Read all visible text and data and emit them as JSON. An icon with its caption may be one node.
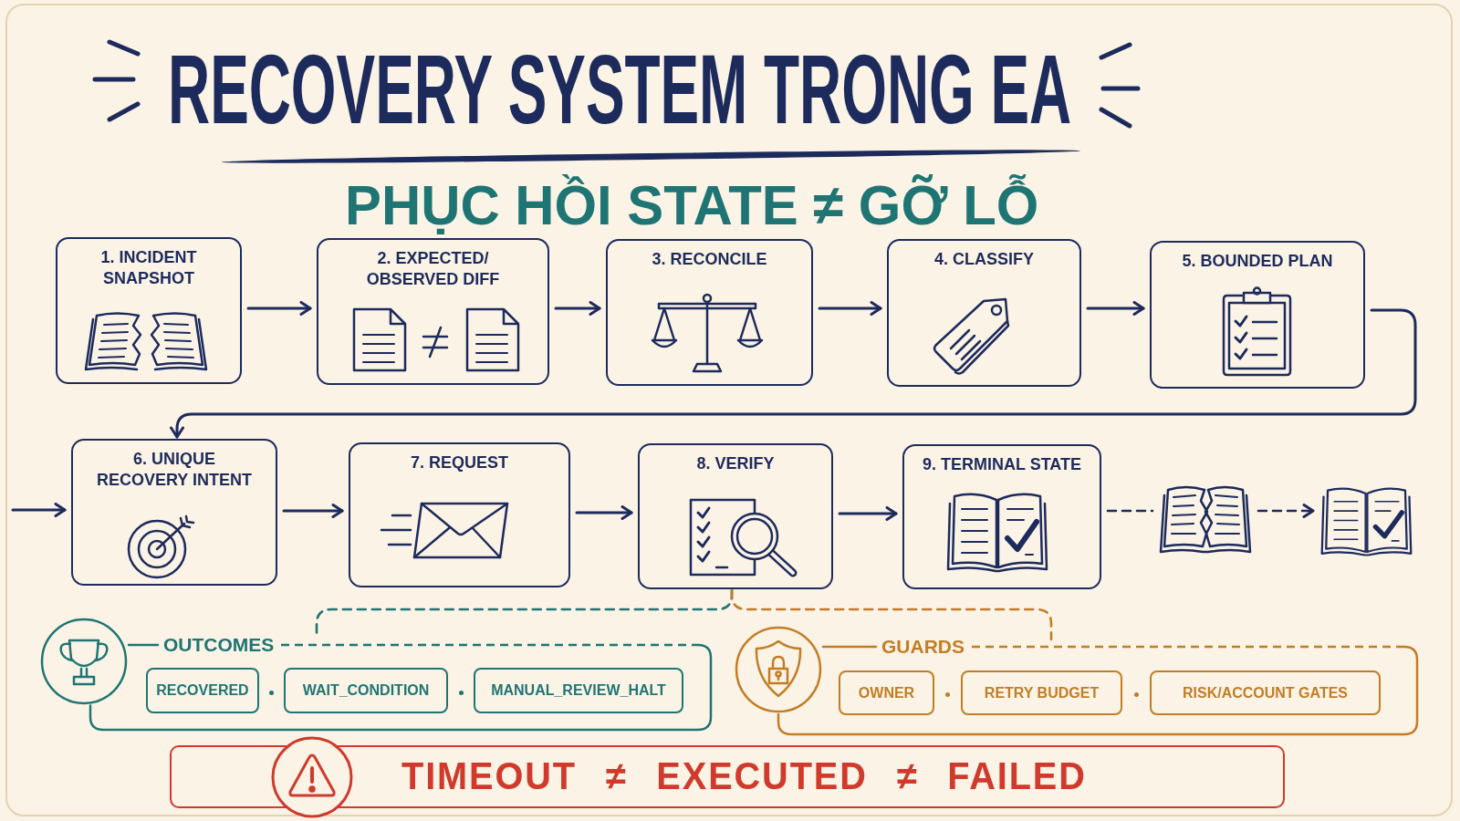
{
  "diagram": {
    "title": "RECOVERY SYSTEM TRONG EA",
    "nodes": [
      {
        "text": [
          "1. INCIDENT SNAPSHOT"
        ]
      },
      {
        "text": [
          "2. EXPECTED/ OBSERVED DIFF"
        ]
      },
      {
        "text": [
          "3. RECONCILE"
        ]
      },
      {
        "text": [
          "4. CLASSIFY"
        ]
      },
      {
        "text": [
          "5. BOUNDED PLAN"
        ]
      },
      {
        "text": [
          "6. UNIQUE RECOVERY INTENT"
        ]
      },
      {
        "text": [
          "7. REQUEST"
        ]
      },
      {
        "text": [
          "8. VERIFY"
        ]
      },
      {
        "text": [
          "9. TERMINAL STATE"
        ]
      },
      {
        "text": [],
        "shape": "picture"
      },
      {
        "text": [],
        "shape": "picture"
      },
      {
        "text": [
          "OUTCOMES"
        ]
      },
      {
        "text": [
          "RECOVERED"
        ],
        "in": 11
      },
      {
        "text": [
          "WAIT_CONDITION"
        ],
        "in": 11
      },
      {
        "text": [
          "MANUAL_REVIEW_HALT"
        ],
        "in": 11
      },
      {
        "text": [
          "GUARDS"
        ]
      },
      {
        "text": [
          "OWNER"
        ],
        "in": 15
      },
      {
        "text": [
          "RETRY BUDGET"
        ],
        "in": 15
      },
      {
        "text": [
          "RISK/ACCOUNT GATES"
        ],
        "in": 15
      },
      {
        "text": [
          "TIMEOUT ≠ EXECUTED ≠ FAILED"
        ]
      }
    ],
    "edges": [
      {
        "from": 0,
        "to": 1,
        "arrow": "to"
      },
      {
        "from": 1,
        "to": 2,
        "arrow": "to"
      },
      {
        "from": 2,
        "to": 3,
        "arrow": "to"
      },
      {
        "from": 3,
        "to": 4,
        "arrow": "to"
      },
      {
        "from": 4,
        "to": 5,
        "arrow": "to"
      },
      {
        "from": null,
        "to": 5,
        "arrow": "to"
      },
      {
        "from": 5,
        "to": 6,
        "arrow": "to"
      },
      {
        "from": 6,
        "to": 7,
        "arrow": "to"
      },
      {
        "from": 7,
        "to": 8,
        "arrow": "to"
      },
      {
        "from": 8,
        "to": 9,
        "arrow": "none",
        "style": "dashed"
      },
      {
        "from": 9,
        "to": 10,
        "arrow": "to",
        "style": "dashed"
      },
      {
        "from": 7,
        "to": 11,
        "arrow": "none",
        "style": "dashed",
        "color": "#1f7574"
      },
      {
        "from": 7,
        "to": 15,
        "arrow": "none",
        "style": "dashed",
        "color": "#c27d24"
      }
    ],
    "labels": [
      "PHỤC HỒI STATE ≠ GỠ LỖ"
    ]
  }
}
